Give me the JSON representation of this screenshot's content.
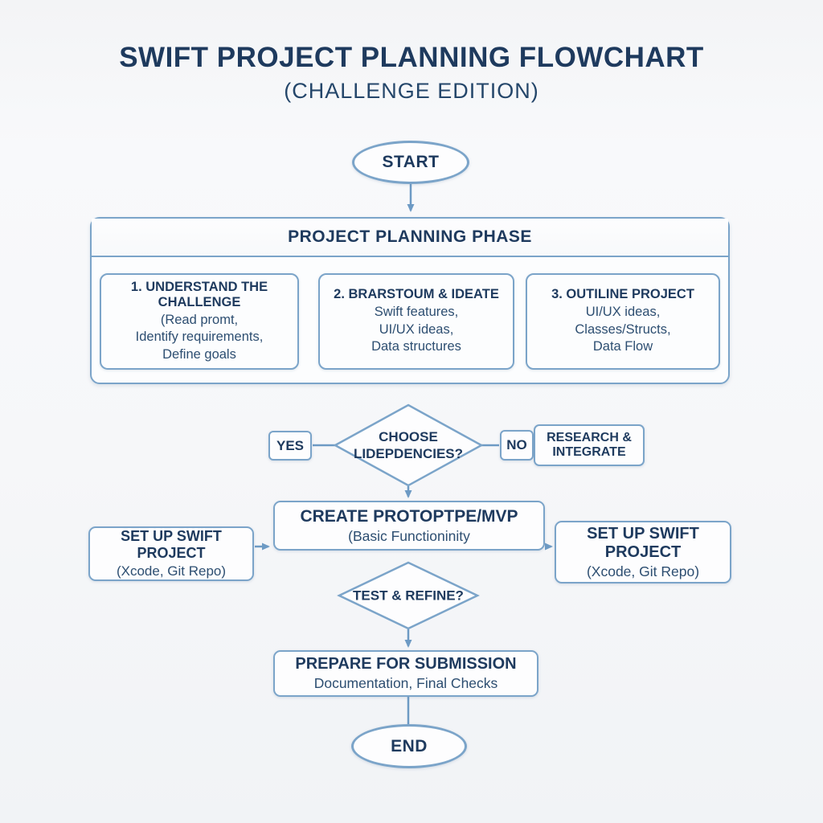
{
  "colors": {
    "box_border": "#7ba4c9",
    "arrow": "#6d9ac4",
    "text_dark": "#1e3a5e",
    "text_body": "#2d4e71",
    "background": "#f6f7f9"
  },
  "title": {
    "line1": "SWIFT PROJECT PLANNING FLOWCHART",
    "line2": "(CHALLENGE EDITION)"
  },
  "nodes": {
    "start": {
      "label": "START"
    },
    "phase": {
      "title": "PROJECT PLANNING PHASE",
      "steps": [
        {
          "title": "1. UNDERSTAND THE CHALLENGE",
          "lines": [
            "(Read promt,",
            "Identify requirements,",
            "Define goals"
          ]
        },
        {
          "title": "2. BRARSTOUM & IDEATE",
          "lines": [
            "Swift features,",
            "UI/UX ideas,",
            "Data structures"
          ]
        },
        {
          "title": "3. OUTILINE PROJECT",
          "lines": [
            "UI/UX ideas,",
            "Classes/Structs,",
            "Data Flow"
          ]
        }
      ]
    },
    "decision_dependencies": {
      "line1": "CHOOSE",
      "line2": "LIDEPDENCIES?"
    },
    "yes": {
      "label": "YES"
    },
    "no": {
      "label": "NO"
    },
    "research": {
      "line1": "RESEARCH &",
      "line2": "INTEGRATE"
    },
    "create_mvp": {
      "title": "CREATE PROTOPTPE/MVP",
      "subtitle": "(Basic Functioninity"
    },
    "setup_left": {
      "title": "SET UP SWIFT PROJECT",
      "subtitle": "(Xcode, Git Repo)"
    },
    "setup_right": {
      "title": "SET UP SWIFT PROJECT",
      "subtitle": "(Xcode, Git Repo)"
    },
    "decision_test": {
      "label": "TEST & REFINE?"
    },
    "prepare": {
      "title": "PREPARE FOR SUBMISSION",
      "subtitle": "Documentation, Final Checks"
    },
    "end": {
      "label": "END"
    }
  }
}
